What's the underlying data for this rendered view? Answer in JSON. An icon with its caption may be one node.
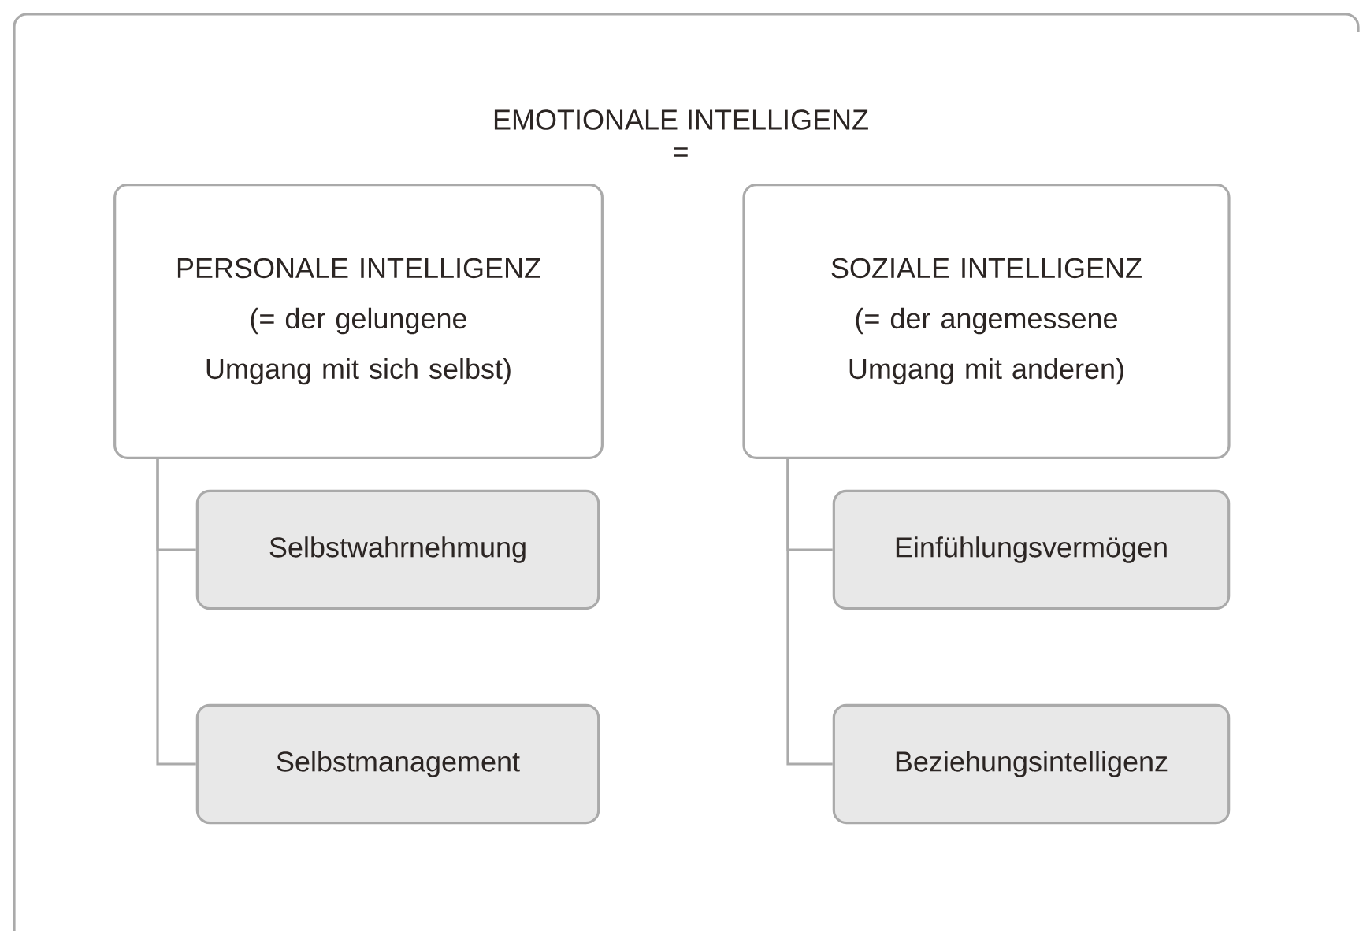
{
  "diagram": {
    "title": "EMOTIONALE INTELLIGENZ",
    "nodes": [
      {
        "text": [
          "PERSONALE INTELLIGENZ",
          "(= der gelungene Umgang mit sich selbst)"
        ]
      },
      {
        "text": [
          "SOZIALE INTELLIGENZ",
          "(= der angemessene Umgang mit anderen)"
        ]
      },
      {
        "text": [
          "Selbstwahrnehmung"
        ]
      },
      {
        "text": [
          "Selbstmanagement"
        ]
      },
      {
        "text": [
          "Einfühlungsvermögen"
        ]
      },
      {
        "text": [
          "Beziehungsintelligenz"
        ]
      }
    ],
    "edges": [
      {
        "from": 0,
        "to": 2,
        "arrow": "none"
      },
      {
        "from": 0,
        "to": 3,
        "arrow": "none"
      },
      {
        "from": 1,
        "to": 4,
        "arrow": "none"
      },
      {
        "from": 1,
        "to": 5,
        "arrow": "none"
      }
    ],
    "labels": [
      "="
    ]
  }
}
